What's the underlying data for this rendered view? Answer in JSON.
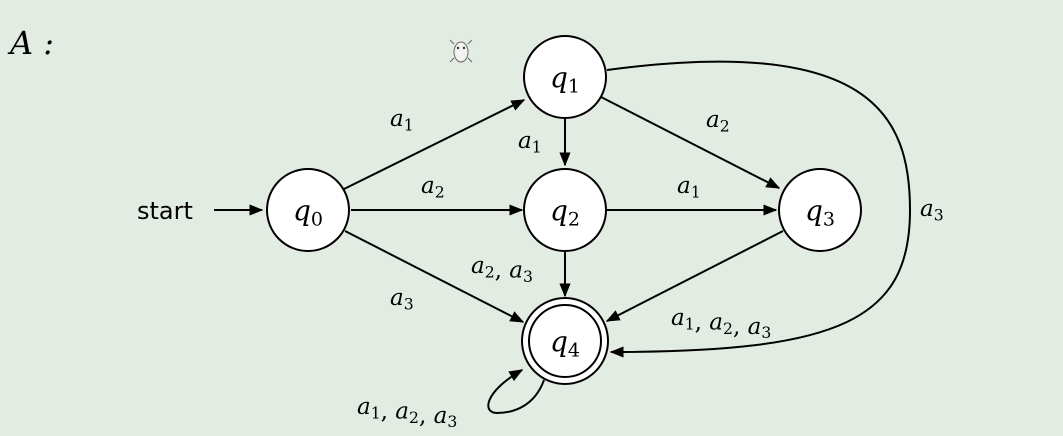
{
  "automaton": {
    "name": "A :",
    "start_label": "start",
    "accepting_state": "q4"
  },
  "states": [
    {
      "id": "q0",
      "label": "q0",
      "accepting": false
    },
    {
      "id": "q1",
      "label": "q1",
      "accepting": false
    },
    {
      "id": "q2",
      "label": "q2",
      "accepting": false
    },
    {
      "id": "q3",
      "label": "q3",
      "accepting": false
    },
    {
      "id": "q4",
      "label": "q4",
      "accepting": true
    }
  ],
  "transitions": [
    {
      "from": "q0",
      "to": "q1",
      "label": "a1"
    },
    {
      "from": "q0",
      "to": "q2",
      "label": "a2"
    },
    {
      "from": "q0",
      "to": "q4",
      "label": "a3"
    },
    {
      "from": "q1",
      "to": "q2",
      "label": "a1"
    },
    {
      "from": "q1",
      "to": "q3",
      "label": "a2"
    },
    {
      "from": "q1",
      "to": "q4",
      "label": "a3"
    },
    {
      "from": "q2",
      "to": "q3",
      "label": "a1"
    },
    {
      "from": "q2",
      "to": "q4",
      "label": "a2, a3"
    },
    {
      "from": "q3",
      "to": "q4",
      "label": "a1, a2, a3"
    },
    {
      "from": "q4",
      "to": "q4",
      "label": "a1, a2, a3"
    }
  ],
  "colors": {
    "background": "#e3ece3",
    "state_fill": "#ffffff",
    "stroke": "#000000"
  }
}
